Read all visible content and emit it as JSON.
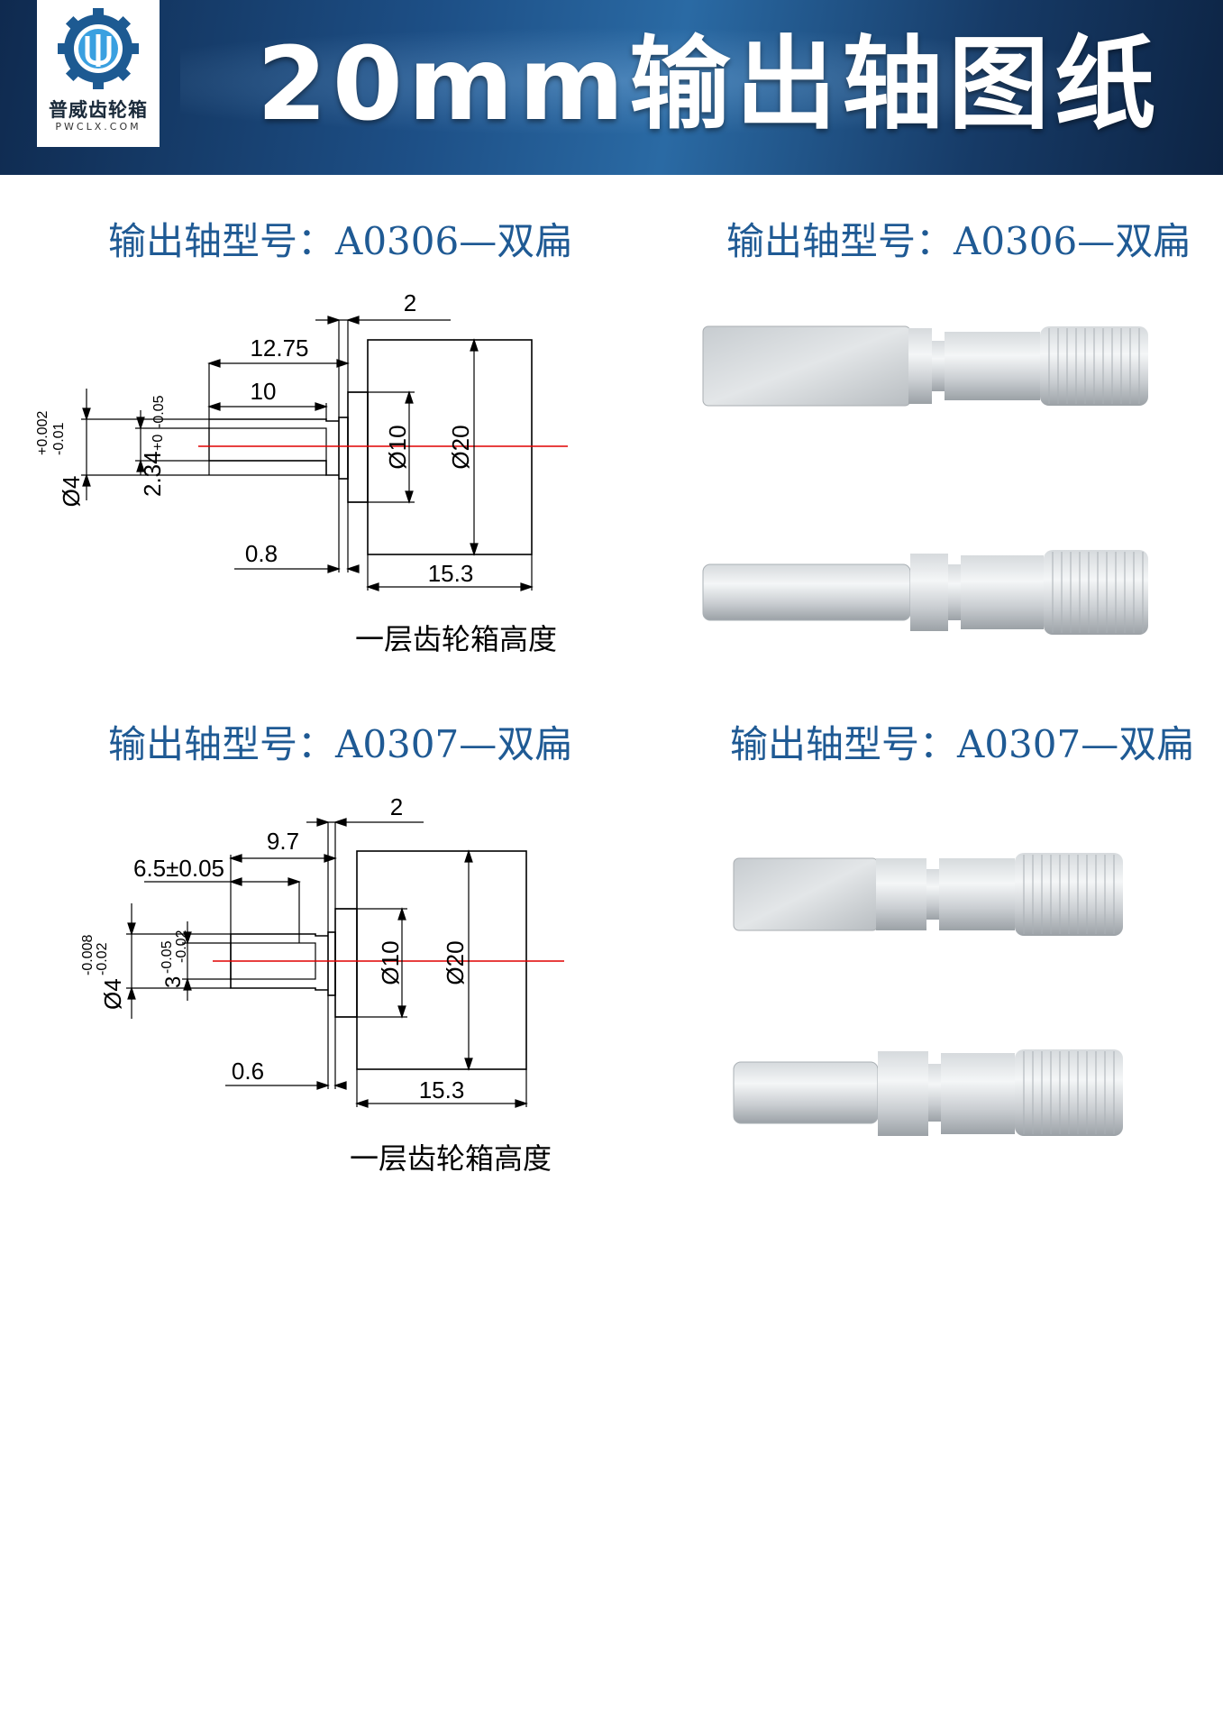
{
  "header": {
    "title": "20mm输出轴图纸",
    "logo_name": "普威齿轮箱",
    "logo_url": "PWCLX.COM",
    "colors": {
      "band": "#1d4f86",
      "model_text": "#1f5a94",
      "center_line": "#e00000"
    }
  },
  "section_a0306": {
    "drawing_title": "输出轴型号：A0306—双扁",
    "photo_title": "输出轴型号：A0306—双扁",
    "dims": {
      "shaft_dia": "Ø4",
      "shaft_tol_upper": "+0.002",
      "shaft_tol_lower": "-0.01",
      "flat": "2.34",
      "flat_tol_upper": "+0",
      "flat_tol_lower": "-0.05",
      "len_total": "12.75",
      "len_flat": "10",
      "shoulder": "2",
      "gap": "0.8",
      "body_len": "15.3",
      "hub_dia": "Ø10",
      "body_dia": "Ø20"
    },
    "caption": "一层齿轮箱高度"
  },
  "section_a0307": {
    "drawing_title": "输出轴型号：A0307—双扁",
    "photo_title": "输出轴型号：A0307—双扁",
    "dims": {
      "shaft_dia": "Ø4",
      "shaft_tol_upper": "-0.008",
      "shaft_tol_lower": "-0.02",
      "flat": "3",
      "flat_tol_upper": "-0.05",
      "flat_tol_lower": "-0.02",
      "len_total": "9.7",
      "len_flat": "6.5±0.05",
      "shoulder": "2",
      "gap": "0.6",
      "body_len": "15.3",
      "hub_dia": "Ø10",
      "body_dia": "Ø20"
    },
    "caption": "一层齿轮箱高度"
  }
}
